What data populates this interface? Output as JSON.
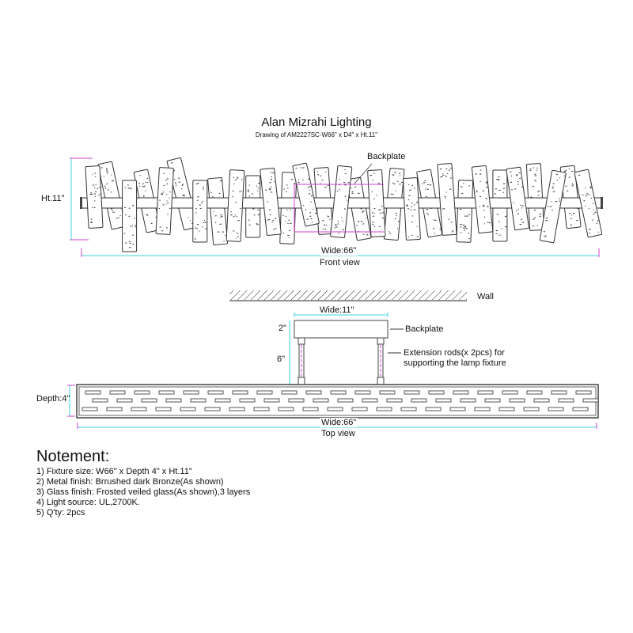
{
  "header": {
    "title": "Alan Mizrahi Lighting",
    "subtitle": "Drawing of AM2227SC-W66\" x D4\" x Ht.11\""
  },
  "front_view": {
    "caption": "Front view",
    "height_label": "Ht.11\"",
    "width_label": "Wide:66\"",
    "backplate_label": "Backplate"
  },
  "side_view": {
    "wall_label": "Wall",
    "width_label": "Wide:11\"",
    "backplate_height_label": "2\"",
    "rod_height_label": "6\"",
    "backplate_label": "Backplate",
    "rods_label_line1": "Extension rods(x 2pcs) for",
    "rods_label_line2": "supporting the lamp fixture"
  },
  "top_view": {
    "caption": "Top view",
    "depth_label": "Depth:4\"",
    "width_label": "Wide:66\""
  },
  "notes": {
    "title": "Notement:",
    "items": [
      "1) Fixture size: W66\" x Depth 4\" x Ht.11\"",
      "2) Metal finish: Brrushed dark Bronze(As shown)",
      "3) Glass finish: Frosted veiled glass(As shown),3 layers",
      "4) Light source: UL,2700K.",
      "5) Q'ty: 2pcs"
    ]
  },
  "colors": {
    "dimension": "#3fd6e0",
    "extension": "#d63fd6",
    "line": "#333333"
  }
}
